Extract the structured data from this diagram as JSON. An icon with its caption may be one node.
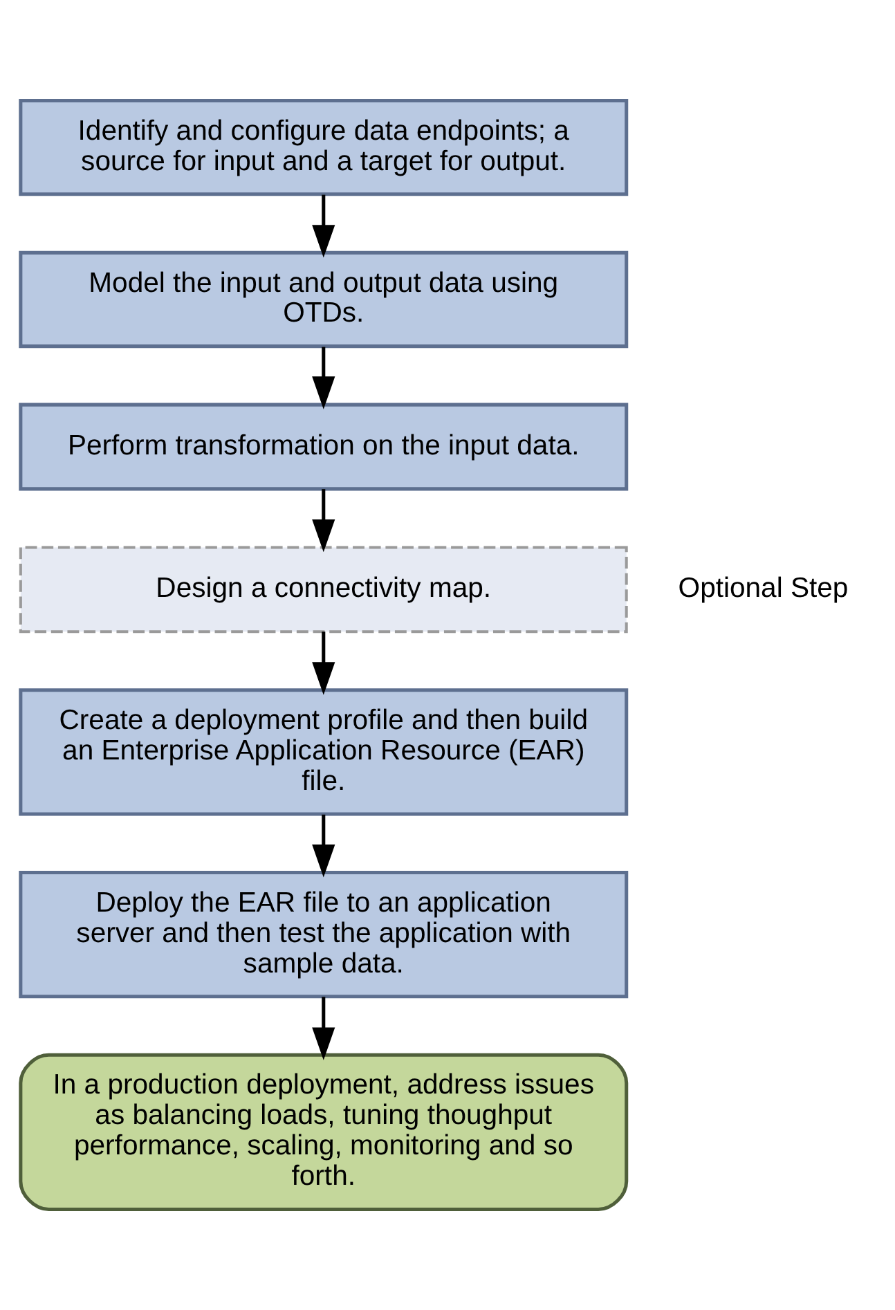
{
  "diagram": {
    "nodes": [
      {
        "text": [
          "Identify and configure data endpoints; a source for input and a target for output."
        ]
      },
      {
        "text": [
          "Model the input and output data using OTDs."
        ]
      },
      {
        "text": [
          "Perform transformation on the input data."
        ]
      },
      {
        "text": [
          "Design a connectivity map."
        ],
        "beside": [
          "Optional Step"
        ]
      },
      {
        "text": [
          "Create a deployment profile and then build an Enterprise Application Resource (EAR) file."
        ]
      },
      {
        "text": [
          "Deploy the EAR file to an application server and then test the application with sample data."
        ]
      },
      {
        "text": [
          "In a production deployment, address issues as balancing loads, tuning thoughput performance, scaling, monitoring and so forth."
        ]
      }
    ],
    "edges": [
      {
        "from": 0,
        "to": 1,
        "arrow": "to"
      },
      {
        "from": 1,
        "to": 2,
        "arrow": "to"
      },
      {
        "from": 2,
        "to": 3,
        "arrow": "to"
      },
      {
        "from": 3,
        "to": 4,
        "arrow": "to"
      },
      {
        "from": 4,
        "to": 5,
        "arrow": "to"
      },
      {
        "from": 5,
        "to": 6,
        "arrow": "to"
      }
    ]
  }
}
